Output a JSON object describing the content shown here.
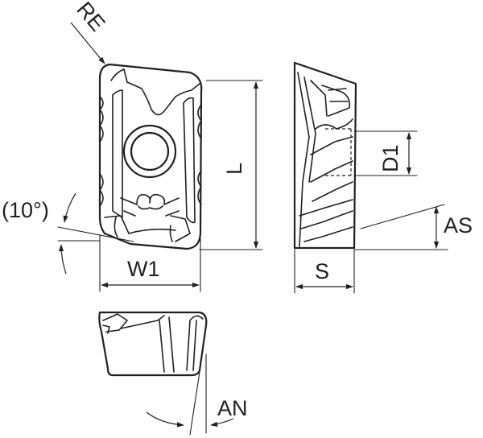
{
  "diagram": {
    "labels": {
      "re": "RE",
      "l": "L",
      "d1": "D1",
      "as": "AS",
      "s": "S",
      "w1": "W1",
      "an": "AN",
      "clearance_angle": "(10°)"
    },
    "colors": {
      "line": "#231f20",
      "background": "#ffffff"
    }
  }
}
